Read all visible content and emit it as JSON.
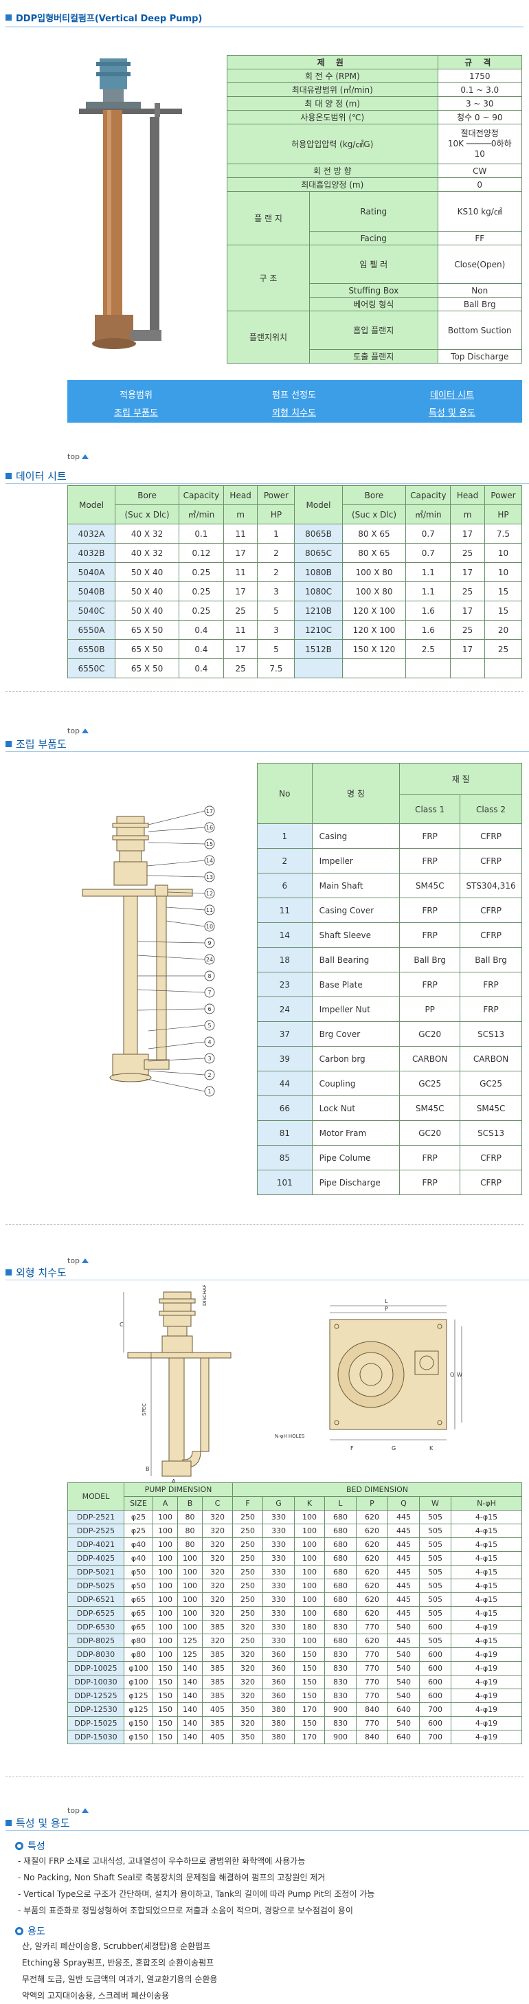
{
  "page_title": "DDP입형버티컬펌프(Vertical Deep Pump)",
  "spec_table": {
    "head_left": "제 원",
    "head_right": "규 격",
    "rows": [
      {
        "label": "회 전 수 (RPM)",
        "value": "1750"
      },
      {
        "label": "최대유량범위 (㎥/min)",
        "value": "0.1 ~ 3.0"
      },
      {
        "label": "최 대 양 정 (m)",
        "value": "3 ~ 30"
      },
      {
        "label": "사용온도범위 (℃)",
        "value": "청수 0 ~ 90"
      },
      {
        "label": "허용압입압력 (kg/㎠G)",
        "value_1": "절대전양정",
        "value_2": "10K ─────0하하",
        "value_3": "10"
      },
      {
        "label": "회 전 방 향",
        "value": "CW"
      },
      {
        "label": "최대흡입양정 (m)",
        "value": "0"
      }
    ],
    "flange_label": "플 랜 지",
    "flange_rows": [
      {
        "label": "Rating",
        "value": "KS10 kg/㎠"
      },
      {
        "label": "Facing",
        "value": "FF"
      }
    ],
    "structure_label": "구 조",
    "structure_rows": [
      {
        "label": "임 펠 러",
        "value": "Close(Open)"
      },
      {
        "label": "Stuffing Box",
        "value": "Non"
      },
      {
        "label": "베어링 형식",
        "value": "Ball Brg"
      }
    ],
    "flange_pos_label": "플랜지위치",
    "flange_pos_rows": [
      {
        "label": "흡입 플랜지",
        "value": "Bottom Suction"
      },
      {
        "label": "토출 플랜지",
        "value": "Top Discharge"
      }
    ]
  },
  "nav": {
    "items": [
      "적용범위",
      "펌프 선정도",
      "데이터 시트",
      "조립 부품도",
      "외형 치수도",
      "특성 및 용도"
    ]
  },
  "top_label": "top",
  "data_sheet": {
    "title": "데이터 시트",
    "headers": {
      "model": "Model",
      "bore": "Bore",
      "bore_sub": "(Suc x Dlc)",
      "capacity": "Capacity",
      "capacity_sub": "㎥/min",
      "head": "Head",
      "head_sub": "m",
      "power": "Power",
      "power_sub": "HP"
    },
    "left": [
      [
        "4032A",
        "40 X 32",
        "0.1",
        "11",
        "1"
      ],
      [
        "4032B",
        "40 X 32",
        "0.12",
        "17",
        "2"
      ],
      [
        "5040A",
        "50 X 40",
        "0.25",
        "11",
        "2"
      ],
      [
        "5040B",
        "50 X 40",
        "0.25",
        "17",
        "3"
      ],
      [
        "5040C",
        "50 X 40",
        "0.25",
        "25",
        "5"
      ],
      [
        "6550A",
        "65 X 50",
        "0.4",
        "11",
        "3"
      ],
      [
        "6550B",
        "65 X 50",
        "0.4",
        "17",
        "5"
      ],
      [
        "6550C",
        "65 X 50",
        "0.4",
        "25",
        "7.5"
      ]
    ],
    "right": [
      [
        "8065B",
        "80 X 65",
        "0.7",
        "17",
        "7.5"
      ],
      [
        "8065C",
        "80 X 65",
        "0.7",
        "25",
        "10"
      ],
      [
        "1080B",
        "100 X 80",
        "1.1",
        "17",
        "10"
      ],
      [
        "1080C",
        "100 X 80",
        "1.1",
        "25",
        "15"
      ],
      [
        "1210B",
        "120 X 100",
        "1.6",
        "17",
        "15"
      ],
      [
        "1210C",
        "120 X 100",
        "1.6",
        "25",
        "20"
      ],
      [
        "1512B",
        "150 X 120",
        "2.5",
        "17",
        "25"
      ]
    ]
  },
  "parts": {
    "title": "조립 부품도",
    "headers": {
      "no": "No",
      "name": "명 칭",
      "material": "재 질",
      "class1": "Class 1",
      "class2": "Class 2"
    },
    "rows": [
      [
        "1",
        "Casing",
        "FRP",
        "CFRP"
      ],
      [
        "2",
        "Impeller",
        "FRP",
        "CFRP"
      ],
      [
        "6",
        "Main Shaft",
        "SM45C",
        "STS304,316"
      ],
      [
        "11",
        "Casing Cover",
        "FRP",
        "CFRP"
      ],
      [
        "14",
        "Shaft Sleeve",
        "FRP",
        "CFRP"
      ],
      [
        "18",
        "Ball Bearing",
        "Ball Brg",
        "Ball Brg"
      ],
      [
        "23",
        "Base Plate",
        "FRP",
        "FRP"
      ],
      [
        "24",
        "Impeller Nut",
        "PP",
        "FRP"
      ],
      [
        "37",
        "Brg Cover",
        "GC20",
        "SCS13"
      ],
      [
        "39",
        "Carbon brg",
        "CARBON",
        "CARBON"
      ],
      [
        "44",
        "Coupling",
        "GC25",
        "GC25"
      ],
      [
        "66",
        "Lock Nut",
        "SM45C",
        "SM45C"
      ],
      [
        "81",
        "Motor Fram",
        "GC20",
        "SCS13"
      ],
      [
        "85",
        "Pipe Colume",
        "FRP",
        "CFRP"
      ],
      [
        "101",
        "Pipe Discharge",
        "FRP",
        "CFRP"
      ]
    ],
    "callouts": [
      "17",
      "16",
      "15",
      "14",
      "13",
      "12",
      "11",
      "10",
      "9",
      "24",
      "8",
      "7",
      "6",
      "5",
      "4",
      "3",
      "2",
      "1"
    ]
  },
  "dimensions": {
    "title": "외형 치수도",
    "drawing_labels": {
      "discharge": "DISCHARGE",
      "holes": "N-φH HOLES",
      "spec": "SPEC",
      "a": "A",
      "b": "B",
      "c": "C",
      "l": "L",
      "p": "P",
      "g": "G",
      "k": "K",
      "f": "F",
      "w": "W",
      "q": "Q"
    },
    "group_pump": "PUMP DIMENSION",
    "group_bed": "BED DIMENSION",
    "headers": [
      "MODEL",
      "SIZE",
      "A",
      "B",
      "C",
      "F",
      "G",
      "K",
      "L",
      "P",
      "Q",
      "W",
      "N-φH"
    ],
    "rows": [
      [
        "DDP-2521",
        "φ25",
        "100",
        "80",
        "320",
        "250",
        "330",
        "100",
        "680",
        "620",
        "445",
        "505",
        "4-φ15"
      ],
      [
        "DDP-2525",
        "φ25",
        "100",
        "80",
        "320",
        "250",
        "330",
        "100",
        "680",
        "620",
        "445",
        "505",
        "4-φ15"
      ],
      [
        "DDP-4021",
        "φ40",
        "100",
        "80",
        "320",
        "250",
        "330",
        "100",
        "680",
        "620",
        "445",
        "505",
        "4-φ15"
      ],
      [
        "DDP-4025",
        "φ40",
        "100",
        "100",
        "320",
        "250",
        "330",
        "100",
        "680",
        "620",
        "445",
        "505",
        "4-φ15"
      ],
      [
        "DDP-5021",
        "φ50",
        "100",
        "100",
        "320",
        "250",
        "330",
        "100",
        "680",
        "620",
        "445",
        "505",
        "4-φ15"
      ],
      [
        "DDP-5025",
        "φ50",
        "100",
        "100",
        "320",
        "250",
        "330",
        "100",
        "680",
        "620",
        "445",
        "505",
        "4-φ15"
      ],
      [
        "DDP-6521",
        "φ65",
        "100",
        "100",
        "320",
        "250",
        "330",
        "100",
        "680",
        "620",
        "445",
        "505",
        "4-φ15"
      ],
      [
        "DDP-6525",
        "φ65",
        "100",
        "100",
        "320",
        "250",
        "330",
        "100",
        "680",
        "620",
        "445",
        "505",
        "4-φ15"
      ],
      [
        "DDP-6530",
        "φ65",
        "100",
        "100",
        "385",
        "320",
        "330",
        "180",
        "830",
        "770",
        "540",
        "600",
        "4-φ19"
      ],
      [
        "DDP-8025",
        "φ80",
        "100",
        "125",
        "320",
        "250",
        "330",
        "100",
        "680",
        "620",
        "445",
        "505",
        "4-φ15"
      ],
      [
        "DDP-8030",
        "φ80",
        "100",
        "125",
        "385",
        "320",
        "360",
        "150",
        "830",
        "770",
        "540",
        "600",
        "4-φ19"
      ],
      [
        "DDP-10025",
        "φ100",
        "150",
        "140",
        "385",
        "320",
        "360",
        "150",
        "830",
        "770",
        "540",
        "600",
        "4-φ19"
      ],
      [
        "DDP-10030",
        "φ100",
        "150",
        "140",
        "385",
        "320",
        "360",
        "150",
        "830",
        "770",
        "540",
        "600",
        "4-φ19"
      ],
      [
        "DDP-12525",
        "φ125",
        "150",
        "140",
        "385",
        "320",
        "360",
        "150",
        "830",
        "770",
        "540",
        "600",
        "4-φ19"
      ],
      [
        "DDP-12530",
        "φ125",
        "150",
        "140",
        "405",
        "350",
        "380",
        "170",
        "900",
        "840",
        "640",
        "700",
        "4-φ19"
      ],
      [
        "DDP-15025",
        "φ150",
        "150",
        "140",
        "385",
        "320",
        "380",
        "150",
        "830",
        "770",
        "540",
        "600",
        "4-φ19"
      ],
      [
        "DDP-15030",
        "φ150",
        "150",
        "140",
        "405",
        "350",
        "380",
        "170",
        "900",
        "840",
        "640",
        "700",
        "4-φ19"
      ]
    ]
  },
  "features": {
    "title": "특성 및 용도",
    "feature_heading": "특성",
    "feature_items": [
      "- 재질이 FRP 소재로 고내식성, 고내열성이 우수하므로 광범위한 화학액에 사용가능",
      "- No Packing, Non Shaft Seal로 축봉장치의 문제점을 해결하여 펌프의 고장원인 제거",
      "- Vertical Type으로 구조가 간단하며, 설치가 용이하고, Tank의 길이에 따라 Pump Pit의 조정이 가능",
      "- 부품의 표준화로 정밀성형하여 조합되었으므로 저출과 소음이 적으며, 경량으로 보수점검이 용이"
    ],
    "usage_heading": "용도",
    "usage_items": [
      "산, 알카리 폐산이송용, Scrubber(세정탑)용 순환펌프",
      "Etching용 Spray펌프, 반응조, 혼합조의 순환이송펌프",
      "무전해 도금, 일반 도금액의 여과기, 열교환기용의 순환용",
      "약액의 고지대이송용, 스크레버 폐산이송용"
    ]
  }
}
